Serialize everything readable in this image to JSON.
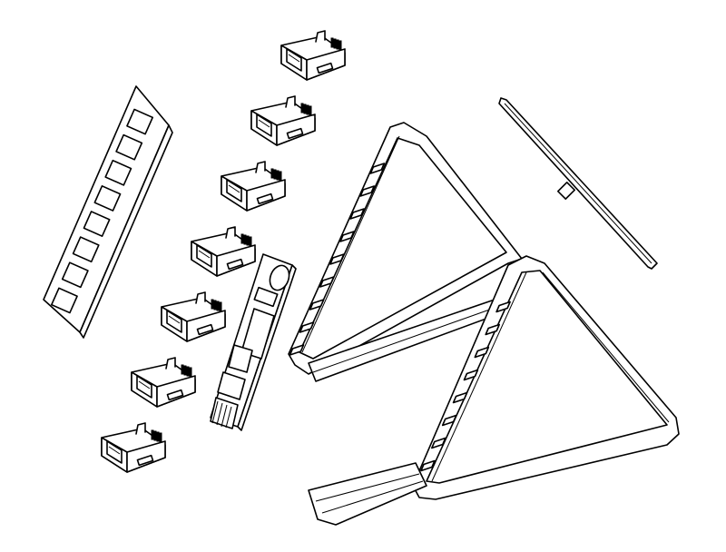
{
  "colors": {
    "line": "#000000",
    "background": "#ffffff"
  },
  "parts": {
    "connector_count": 7,
    "strip_window_count": 8,
    "back_frame_slot_count": 9,
    "front_frame_slot_count": 8
  }
}
